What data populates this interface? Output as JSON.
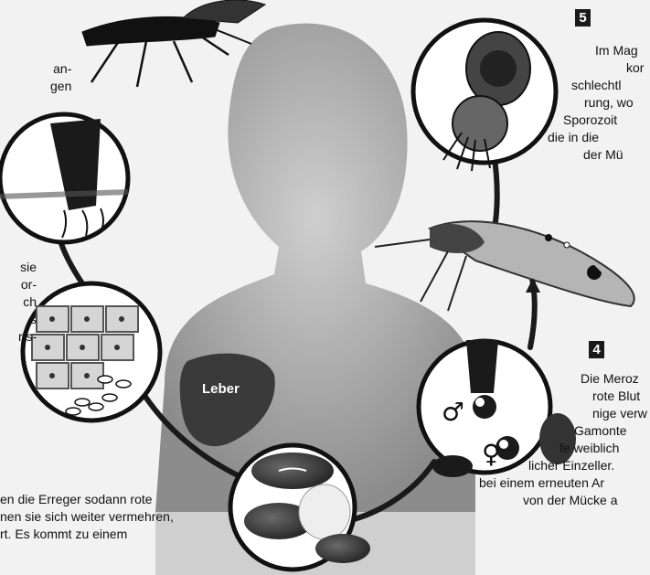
{
  "top_left_fragment": {
    "lines": [
      "an-",
      "gen"
    ]
  },
  "left_fragment": {
    "lines": [
      "sie",
      "or-",
      "ch",
      "s",
      "rts-"
    ]
  },
  "step5": {
    "badge": "5",
    "lines": [
      "Im Mag",
      "kor",
      "schlechtl",
      "rung, wo",
      "Sporozoit",
      "die in die",
      "der Mü"
    ]
  },
  "step4": {
    "badge": "4",
    "lines": [
      "Die Meroz",
      "rote Blut",
      "nige verw",
      "Gamonte",
      "fe weiblich",
      "licher Einzeller.",
      "bei einem erneuten Ar",
      "von der Mücke a"
    ]
  },
  "bottom_text": {
    "lines": [
      "en die Erreger sodann rote",
      "nen sie sich weiter vermehren,",
      "rt. Es kommt zu einem"
    ]
  },
  "organ_label": "Leber",
  "gamete_symbols": {
    "male": "♂",
    "female": "♀"
  },
  "colors": {
    "background": "#f2f2f2",
    "silhouette": "#8a8a8a",
    "dark": "#1a1a1a",
    "circle_fill": "#ffffff",
    "liver": "#3a3a3a"
  }
}
